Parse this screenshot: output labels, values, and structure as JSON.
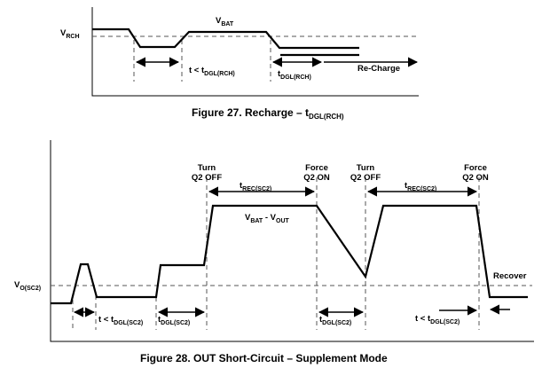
{
  "figure27": {
    "vrch_main": "V",
    "vrch_sub": "RCH",
    "vbat_main": "V",
    "vbat_sub": "BAT",
    "t_less_prefix": "t < t",
    "t_less_sub": "DGL(RCH)",
    "tdgl_main": "t",
    "tdgl_sub": "DGL(RCH)",
    "recharge_label": "Re-Charge",
    "caption_main": "Figure 27.  Recharge – t",
    "caption_sub": "DGL(RCH)"
  },
  "figure28": {
    "vo_main": "V",
    "vo_sub": "O(SC2)",
    "turn_off_1_line1": "Turn",
    "turn_off_1_line2": "Q2 OFF",
    "force_on_1_line1": "Force",
    "force_on_1_line2": "Q2 ON",
    "turn_off_2_line1": "Turn",
    "turn_off_2_line2": "Q2 OFF",
    "force_on_2_line1": "Force",
    "force_on_2_line2": "Q2 ON",
    "trec_1_main": "t",
    "trec_1_sub": "REC(SC2)",
    "trec_2_main": "t",
    "trec_2_sub": "REC(SC2)",
    "vbat_vout_main1": "V",
    "vbat_vout_sub1": "BAT",
    "vbat_vout_mid": " - V",
    "vbat_vout_sub2": "OUT",
    "tless_1_prefix": "t < t",
    "tless_1_sub": "DGL(SC2)",
    "tdgl_1_main": "t",
    "tdgl_1_sub": "DGL(SC2)",
    "tdgl_2_main": "t",
    "tdgl_2_sub": "DGL(SC2)",
    "tless_2_prefix": "t < t",
    "tless_2_sub": "DGL(SC2)",
    "recover_label": "Recover",
    "caption": "Figure 28.  OUT Short-Circuit – Supplement Mode"
  }
}
